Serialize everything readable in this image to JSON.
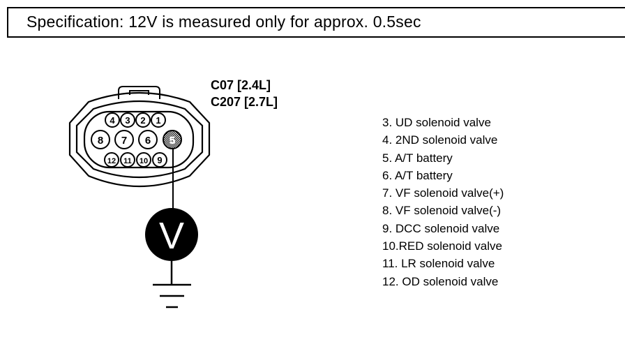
{
  "specification": "Specification:  12V is measured only for approx.  0.5sec",
  "connector_labels": [
    "C07 [2.4L]",
    "C207 [2.7L]"
  ],
  "pins": {
    "top": [
      "4",
      "3",
      "2",
      "1"
    ],
    "middle": [
      "8",
      "7",
      "6",
      "5"
    ],
    "bottom": [
      "12",
      "11",
      "10",
      "9"
    ]
  },
  "measured_pin": "5",
  "meter_symbol": "V",
  "legend": [
    "3. UD solenoid valve",
    "4. 2ND solenoid valve",
    "5. A/T battery",
    "6. A/T battery",
    "7. VF solenoid valve(+)",
    "8. VF solenoid valve(-)",
    "9. DCC solenoid valve",
    "10.RED solenoid valve",
    "11. LR solenoid valve",
    "12. OD solenoid valve"
  ]
}
